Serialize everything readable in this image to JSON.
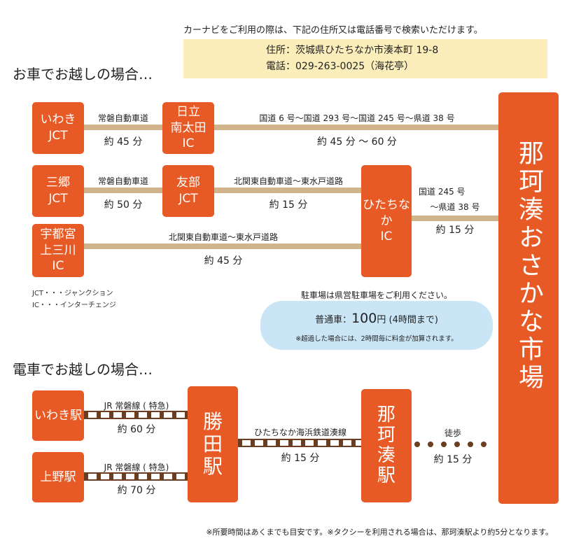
{
  "header": {
    "navi_note": "カーナビをご利用の際は、下記の住所又は電話番号で検索いただけます。",
    "address_line": "住所：茨城県ひたちなか市湊本町 19-8",
    "phone_line": "電話：029-263-0025（海花亭）"
  },
  "car": {
    "heading": "お車でお越しの場合…",
    "iwaki_jct": "いわき\nJCT",
    "route1_label": "常磐自動車道",
    "route1_time": "約 45 分",
    "hitachi_ic": "日立\n南太田\nIC",
    "route2_label": "国道 6 号〜国道 293 号〜国道 245 号〜県道 38 号",
    "route2_time": "約 45 分 〜 60 分",
    "misato_jct": "三郷\nJCT",
    "route3_label": "常磐自動車道",
    "route3_time": "約 50 分",
    "tomobe_jct": "友部\nJCT",
    "route4_label": "北関東自動車道〜東水戸道路",
    "route4_time": "約 15 分",
    "hitachinaka_ic": "ひたちなか\nIC",
    "route5_label_1": "国道 245 号",
    "route5_label_2": "〜県道 38 号",
    "route5_time": "約 15 分",
    "utsunomiya_ic": "宇都宮\n上三川\nIC",
    "route6_label": "北関東自動車道〜東水戸道路",
    "route6_time": "約 45 分",
    "legend_jct": "JCT・・・ジャンクション",
    "legend_ic": "IC・・・インターチェンジ"
  },
  "parking": {
    "title": "駐車場は県営駐車場をご利用ください。",
    "price_prefix": "普通車：",
    "price_value": "100",
    "price_suffix": "円 (4時間まで)",
    "overtime_note": "※超過した場合には、2時間毎に料金が加算されます。"
  },
  "destination": "那珂湊おさかな市場",
  "train": {
    "heading": "電車でお越しの場合…",
    "iwaki_station": "いわき駅",
    "line1_label": "JR 常磐線 ( 特急)",
    "line1_time": "約 60 分",
    "ueno_station": "上野駅",
    "line2_label": "JR 常磐線 ( 特急)",
    "line2_time": "約 70 分",
    "katsuta_station": "勝\n田\n駅",
    "line3_label": "ひたちなか海浜鉄道湊線",
    "line3_time": "約 15 分",
    "nakaminato_station": "那\n珂\n湊\n駅",
    "walk_label": "徒歩",
    "walk_time": "約 15 分"
  },
  "footer": "※所要時間はあくまでも目安です。※タクシーを利用される場合は、那珂湊駅より約5分となります。",
  "colors": {
    "box_orange": "#e85a25",
    "road_tan": "#d2b48c",
    "rail_brown": "#6b3e1f",
    "info_yellow": "#fbeebb",
    "parking_blue": "#c9e5f6"
  }
}
